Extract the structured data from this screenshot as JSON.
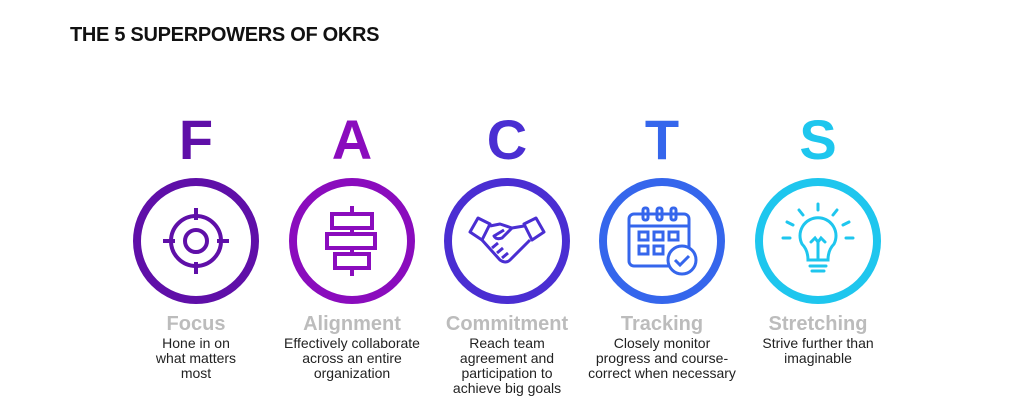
{
  "title": "THE 5 SUPERPOWERS OF OKRS",
  "items": [
    {
      "letter": "F",
      "name": "Focus",
      "desc": "Hone in on what matters most",
      "color": "#5f0fa8",
      "icon": "target-icon"
    },
    {
      "letter": "A",
      "name": "Alignment",
      "desc": "Effectively collaborate across an entire organization",
      "color": "#8a0cbd",
      "icon": "alignment-icon"
    },
    {
      "letter": "C",
      "name": "Commitment",
      "desc": "Reach team agreement and participation to achieve big goals",
      "color": "#4a2ed2",
      "icon": "handshake-icon"
    },
    {
      "letter": "T",
      "name": "Tracking",
      "desc": "Closely monitor progress and course-correct when necessary",
      "color": "#3566ec",
      "icon": "calendar-check-icon"
    },
    {
      "letter": "S",
      "name": "Stretching",
      "desc": "Strive further than imaginable",
      "color": "#1ec6ee",
      "icon": "lightbulb-icon"
    }
  ]
}
